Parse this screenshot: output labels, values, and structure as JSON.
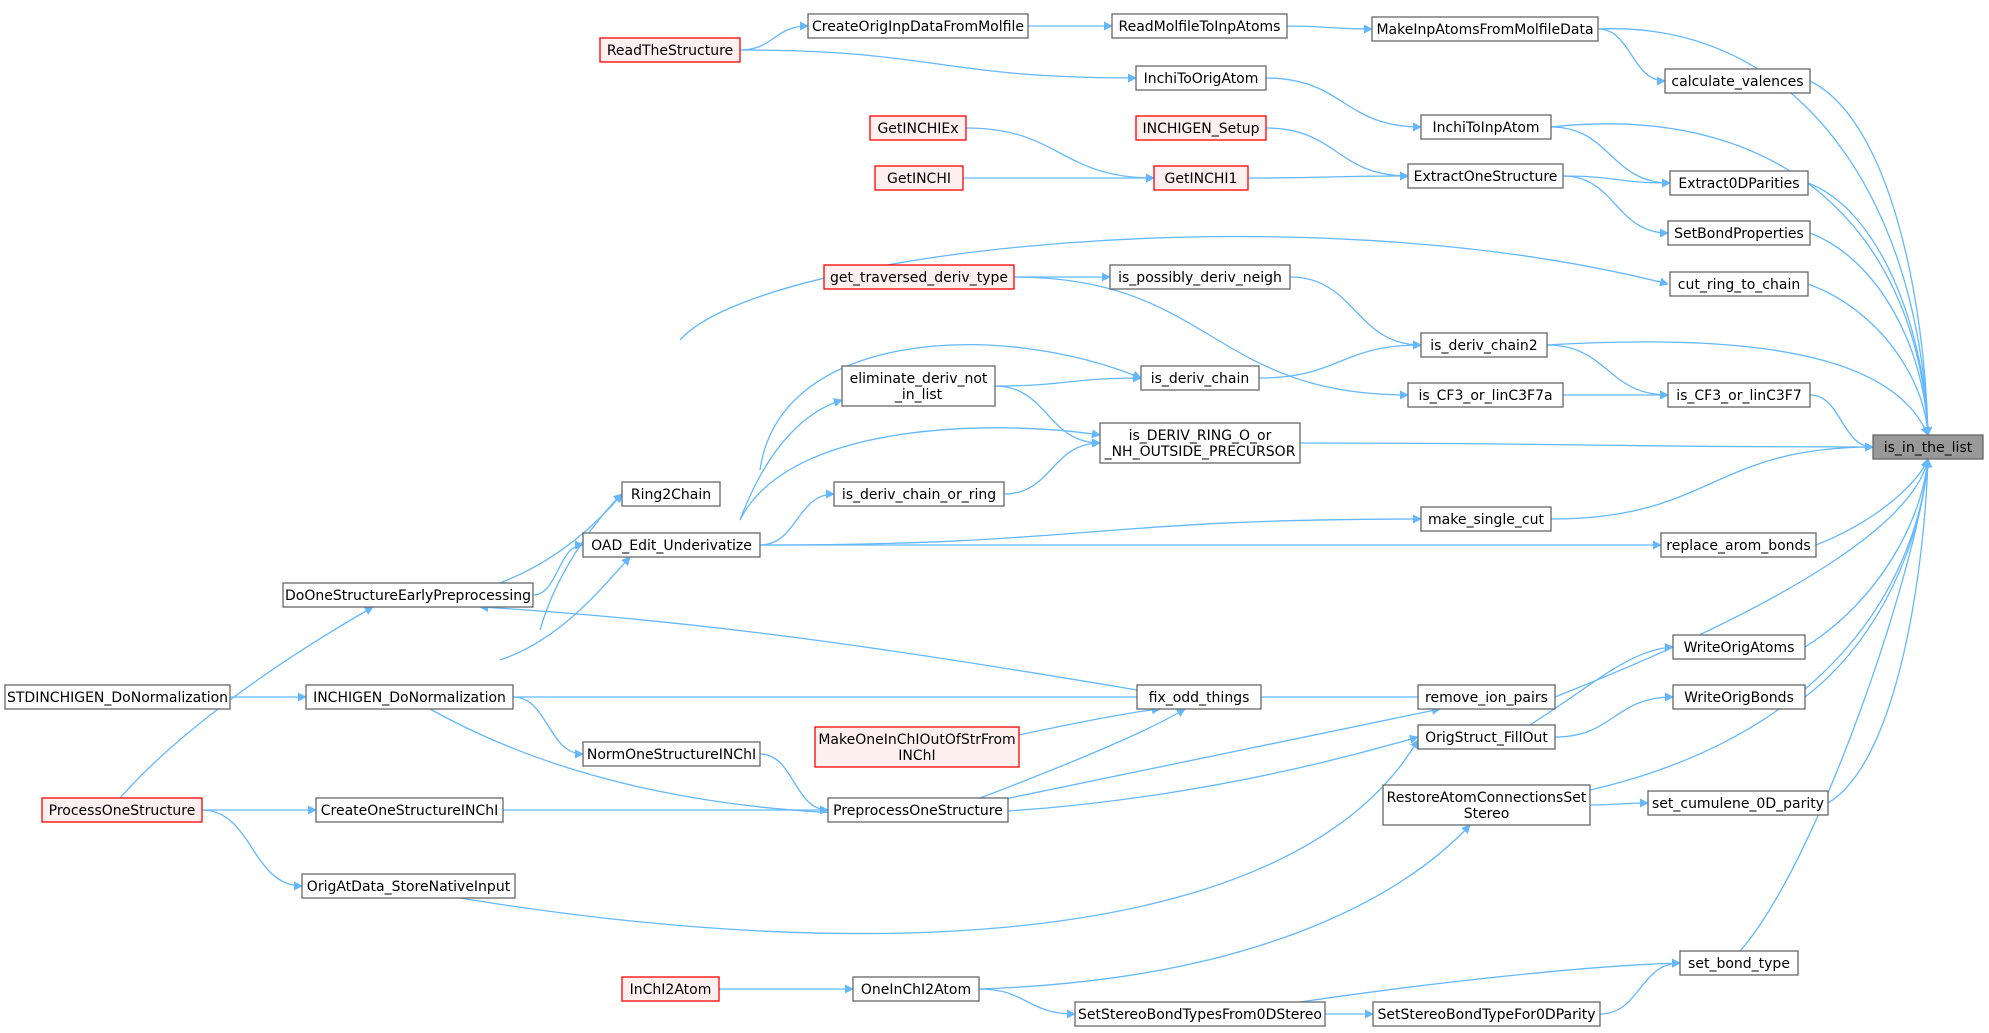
{
  "colors": {
    "edge": "#63b8ff",
    "border_default": "#666666",
    "fill_default": "#ffffff",
    "border_truncated": "#ff0000",
    "fill_truncated": "#fff0f0",
    "fill_focus": "#999999",
    "border_focus": "#666666"
  },
  "nodes": [
    {
      "id": "is_in_the_list",
      "label": "is_in_the_list",
      "style": "focus"
    },
    {
      "id": "CreateOrigInpDataFromMolfile",
      "label": "CreateOrigInpDataFromMolfile",
      "style": "default"
    },
    {
      "id": "ReadMolfileToInpAtoms",
      "label": "ReadMolfileToInpAtoms",
      "style": "default"
    },
    {
      "id": "MakeInpAtomsFromMolfileData",
      "label": "MakeInpAtomsFromMolfileData",
      "style": "default"
    },
    {
      "id": "ReadTheStructure",
      "label": "ReadTheStructure",
      "style": "truncated"
    },
    {
      "id": "InchiToOrigAtom",
      "label": "InchiToOrigAtom",
      "style": "default"
    },
    {
      "id": "calculate_valences",
      "label": "calculate_valences",
      "style": "default"
    },
    {
      "id": "GetINCHIEx",
      "label": "GetINCHIEx",
      "style": "truncated"
    },
    {
      "id": "INCHIGEN_Setup",
      "label": "INCHIGEN_Setup",
      "style": "truncated"
    },
    {
      "id": "InchiToInpAtom",
      "label": "InchiToInpAtom",
      "style": "default"
    },
    {
      "id": "GetINCHI",
      "label": "GetINCHI",
      "style": "truncated"
    },
    {
      "id": "GetINCHI1",
      "label": "GetINCHI1",
      "style": "truncated"
    },
    {
      "id": "ExtractOneStructure",
      "label": "ExtractOneStructure",
      "style": "default"
    },
    {
      "id": "Extract0DParities",
      "label": "Extract0DParities",
      "style": "default"
    },
    {
      "id": "SetBondProperties",
      "label": "SetBondProperties",
      "style": "default"
    },
    {
      "id": "get_traversed_deriv_type",
      "label": "get_traversed_deriv_type",
      "style": "truncated"
    },
    {
      "id": "is_possibly_deriv_neigh",
      "label": "is_possibly_deriv_neigh",
      "style": "default"
    },
    {
      "id": "cut_ring_to_chain",
      "label": "cut_ring_to_chain",
      "style": "default"
    },
    {
      "id": "is_deriv_chain2",
      "label": "is_deriv_chain2",
      "style": "default"
    },
    {
      "id": "eliminate_deriv_not_in_list",
      "label": "eliminate_deriv_not\n_in_list",
      "style": "default"
    },
    {
      "id": "is_deriv_chain",
      "label": "is_deriv_chain",
      "style": "default"
    },
    {
      "id": "is_CF3_or_linC3F7a",
      "label": "is_CF3_or_linC3F7a",
      "style": "default"
    },
    {
      "id": "is_CF3_or_linC3F7",
      "label": "is_CF3_or_linC3F7",
      "style": "default"
    },
    {
      "id": "is_DERIV_RING_O_or_NH_OUTSIDE_PRECURSOR",
      "label": "is_DERIV_RING_O_or\n_NH_OUTSIDE_PRECURSOR",
      "style": "default"
    },
    {
      "id": "Ring2Chain",
      "label": "Ring2Chain",
      "style": "default"
    },
    {
      "id": "is_deriv_chain_or_ring",
      "label": "is_deriv_chain_or_ring",
      "style": "default"
    },
    {
      "id": "make_single_cut",
      "label": "make_single_cut",
      "style": "default"
    },
    {
      "id": "OAD_Edit_Underivatize",
      "label": "OAD_Edit_Underivatize",
      "style": "default"
    },
    {
      "id": "replace_arom_bonds",
      "label": "replace_arom_bonds",
      "style": "default"
    },
    {
      "id": "DoOneStructureEarlyPreprocessing",
      "label": "DoOneStructureEarlyPreprocessing",
      "style": "default"
    },
    {
      "id": "WriteOrigAtoms",
      "label": "WriteOrigAtoms",
      "style": "default"
    },
    {
      "id": "STDINCHIGEN_DoNormalization",
      "label": "STDINCHIGEN_DoNormalization",
      "style": "default"
    },
    {
      "id": "INCHIGEN_DoNormalization",
      "label": "INCHIGEN_DoNormalization",
      "style": "default"
    },
    {
      "id": "fix_odd_things",
      "label": "fix_odd_things",
      "style": "default"
    },
    {
      "id": "remove_ion_pairs",
      "label": "remove_ion_pairs",
      "style": "default"
    },
    {
      "id": "WriteOrigBonds",
      "label": "WriteOrigBonds",
      "style": "default"
    },
    {
      "id": "OrigStruct_FillOut",
      "label": "OrigStruct_FillOut",
      "style": "default"
    },
    {
      "id": "NormOneStructureINChI",
      "label": "NormOneStructureINChI",
      "style": "default"
    },
    {
      "id": "MakeOneInChIOutOfStrFromINChI",
      "label": "MakeOneInChIOutOfStrFrom\nINChI",
      "style": "truncated"
    },
    {
      "id": "RestoreAtomConnectionsSetStereo",
      "label": "RestoreAtomConnectionsSet\nStereo",
      "style": "default"
    },
    {
      "id": "set_cumulene_0D_parity",
      "label": "set_cumulene_0D_parity",
      "style": "default"
    },
    {
      "id": "ProcessOneStructure",
      "label": "ProcessOneStructure",
      "style": "truncated"
    },
    {
      "id": "CreateOneStructureINChI",
      "label": "CreateOneStructureINChI",
      "style": "default"
    },
    {
      "id": "PreprocessOneStructure",
      "label": "PreprocessOneStructure",
      "style": "default"
    },
    {
      "id": "OrigAtData_StoreNativeInput",
      "label": "OrigAtData_StoreNativeInput",
      "style": "default"
    },
    {
      "id": "set_bond_type",
      "label": "set_bond_type",
      "style": "default"
    },
    {
      "id": "InChI2Atom",
      "label": "InChI2Atom",
      "style": "truncated"
    },
    {
      "id": "OneInChI2Atom",
      "label": "OneInChI2Atom",
      "style": "default"
    },
    {
      "id": "SetStereoBondTypesFrom0DStereo",
      "label": "SetStereoBondTypesFrom0DStereo",
      "style": "default"
    },
    {
      "id": "SetStereoBondTypeFor0DParity",
      "label": "SetStereoBondTypeFor0DParity",
      "style": "default"
    }
  ],
  "edges": [
    [
      "MakeInpAtomsFromMolfileData",
      "is_in_the_list"
    ],
    [
      "calculate_valences",
      "is_in_the_list"
    ],
    [
      "InchiToInpAtom",
      "is_in_the_list"
    ],
    [
      "Extract0DParities",
      "is_in_the_list"
    ],
    [
      "SetBondProperties",
      "is_in_the_list"
    ],
    [
      "cut_ring_to_chain",
      "is_in_the_list"
    ],
    [
      "is_deriv_chain2",
      "is_in_the_list"
    ],
    [
      "is_CF3_or_linC3F7",
      "is_in_the_list"
    ],
    [
      "is_DERIV_RING_O_or_NH_OUTSIDE_PRECURSOR",
      "is_in_the_list"
    ],
    [
      "make_single_cut",
      "is_in_the_list"
    ],
    [
      "replace_arom_bonds",
      "is_in_the_list"
    ],
    [
      "remove_ion_pairs",
      "is_in_the_list"
    ],
    [
      "WriteOrigAtoms",
      "is_in_the_list"
    ],
    [
      "WriteOrigBonds",
      "is_in_the_list"
    ],
    [
      "RestoreAtomConnectionsSetStereo",
      "is_in_the_list"
    ],
    [
      "set_cumulene_0D_parity",
      "is_in_the_list"
    ],
    [
      "set_bond_type",
      "is_in_the_list"
    ],
    [
      "ReadMolfileToInpAtoms",
      "MakeInpAtomsFromMolfileData"
    ],
    [
      "CreateOrigInpDataFromMolfile",
      "ReadMolfileToInpAtoms"
    ],
    [
      "ReadTheStructure",
      "CreateOrigInpDataFromMolfile"
    ],
    [
      "ReadTheStructure",
      "InchiToOrigAtom"
    ],
    [
      "MakeInpAtomsFromMolfileData",
      "calculate_valences"
    ],
    [
      "InchiToOrigAtom",
      "InchiToInpAtom"
    ],
    [
      "InchiToInpAtom",
      "Extract0DParities"
    ],
    [
      "ExtractOneStructure",
      "Extract0DParities"
    ],
    [
      "ExtractOneStructure",
      "SetBondProperties"
    ],
    [
      "GetINCHI1",
      "ExtractOneStructure"
    ],
    [
      "INCHIGEN_Setup",
      "ExtractOneStructure"
    ],
    [
      "GetINCHIEx",
      "GetINCHI1"
    ],
    [
      "GetINCHI",
      "GetINCHI1"
    ],
    [
      "Ring2Chain",
      "cut_ring_to_chain"
    ],
    [
      "is_possibly_deriv_neigh",
      "is_deriv_chain2"
    ],
    [
      "is_deriv_chain",
      "is_deriv_chain2"
    ],
    [
      "get_traversed_deriv_type",
      "is_possibly_deriv_neigh"
    ],
    [
      "get_traversed_deriv_type",
      "is_CF3_or_linC3F7a"
    ],
    [
      "is_deriv_chain2",
      "is_CF3_or_linC3F7"
    ],
    [
      "is_CF3_or_linC3F7a",
      "is_CF3_or_linC3F7"
    ],
    [
      "eliminate_deriv_not_in_list",
      "is_deriv_chain"
    ],
    [
      "OAD_Edit_Underivatize",
      "is_deriv_chain"
    ],
    [
      "OAD_Edit_Underivatize",
      "eliminate_deriv_not_in_list"
    ],
    [
      "eliminate_deriv_not_in_list",
      "is_DERIV_RING_O_or_NH_OUTSIDE_PRECURSOR"
    ],
    [
      "OAD_Edit_Underivatize",
      "is_DERIV_RING_O_or_NH_OUTSIDE_PRECURSOR"
    ],
    [
      "is_deriv_chain_or_ring",
      "is_DERIV_RING_O_or_NH_OUTSIDE_PRECURSOR"
    ],
    [
      "OAD_Edit_Underivatize",
      "is_deriv_chain_or_ring"
    ],
    [
      "OAD_Edit_Underivatize",
      "make_single_cut"
    ],
    [
      "OAD_Edit_Underivatize",
      "replace_arom_bonds"
    ],
    [
      "DoOneStructureEarlyPreprocessing",
      "OAD_Edit_Underivatize"
    ],
    [
      "INCHIGEN_DoNormalization",
      "OAD_Edit_Underivatize"
    ],
    [
      "DoOneStructureEarlyPreprocessing",
      "Ring2Chain"
    ],
    [
      "INCHIGEN_DoNormalization",
      "Ring2Chain"
    ],
    [
      "STDINCHIGEN_DoNormalization",
      "INCHIGEN_DoNormalization"
    ],
    [
      "ProcessOneStructure",
      "DoOneStructureEarlyPreprocessing"
    ],
    [
      "fix_odd_things",
      "DoOneStructureEarlyPreprocessing"
    ],
    [
      "fix_odd_things",
      "INCHIGEN_DoNormalization"
    ],
    [
      "remove_ion_pairs",
      "fix_odd_things"
    ],
    [
      "MakeOneInChIOutOfStrFromINChI",
      "fix_odd_things"
    ],
    [
      "PreprocessOneStructure",
      "fix_odd_things"
    ],
    [
      "PreprocessOneStructure",
      "remove_ion_pairs"
    ],
    [
      "OrigStruct_FillOut",
      "WriteOrigAtoms"
    ],
    [
      "OrigStruct_FillOut",
      "WriteOrigBonds"
    ],
    [
      "INCHIGEN_DoNormalization",
      "OrigStruct_FillOut"
    ],
    [
      "OrigAtData_StoreNativeInput",
      "OrigStruct_FillOut"
    ],
    [
      "INCHIGEN_DoNormalization",
      "NormOneStructureINChI"
    ],
    [
      "NormOneStructureINChI",
      "PreprocessOneStructure"
    ],
    [
      "CreateOneStructureINChI",
      "PreprocessOneStructure"
    ],
    [
      "ProcessOneStructure",
      "CreateOneStructureINChI"
    ],
    [
      "ProcessOneStructure",
      "OrigAtData_StoreNativeInput"
    ],
    [
      "RestoreAtomConnectionsSetStereo",
      "set_cumulene_0D_parity"
    ],
    [
      "OneInChI2Atom",
      "RestoreAtomConnectionsSetStereo"
    ],
    [
      "InChI2Atom",
      "OneInChI2Atom"
    ],
    [
      "OneInChI2Atom",
      "SetStereoBondTypesFrom0DStereo"
    ],
    [
      "SetStereoBondTypesFrom0DStereo",
      "SetStereoBondTypeFor0DParity"
    ],
    [
      "SetStereoBondTypeFor0DParity",
      "set_bond_type"
    ],
    [
      "SetStereoBondTypesFrom0DStereo",
      "set_bond_type"
    ]
  ]
}
